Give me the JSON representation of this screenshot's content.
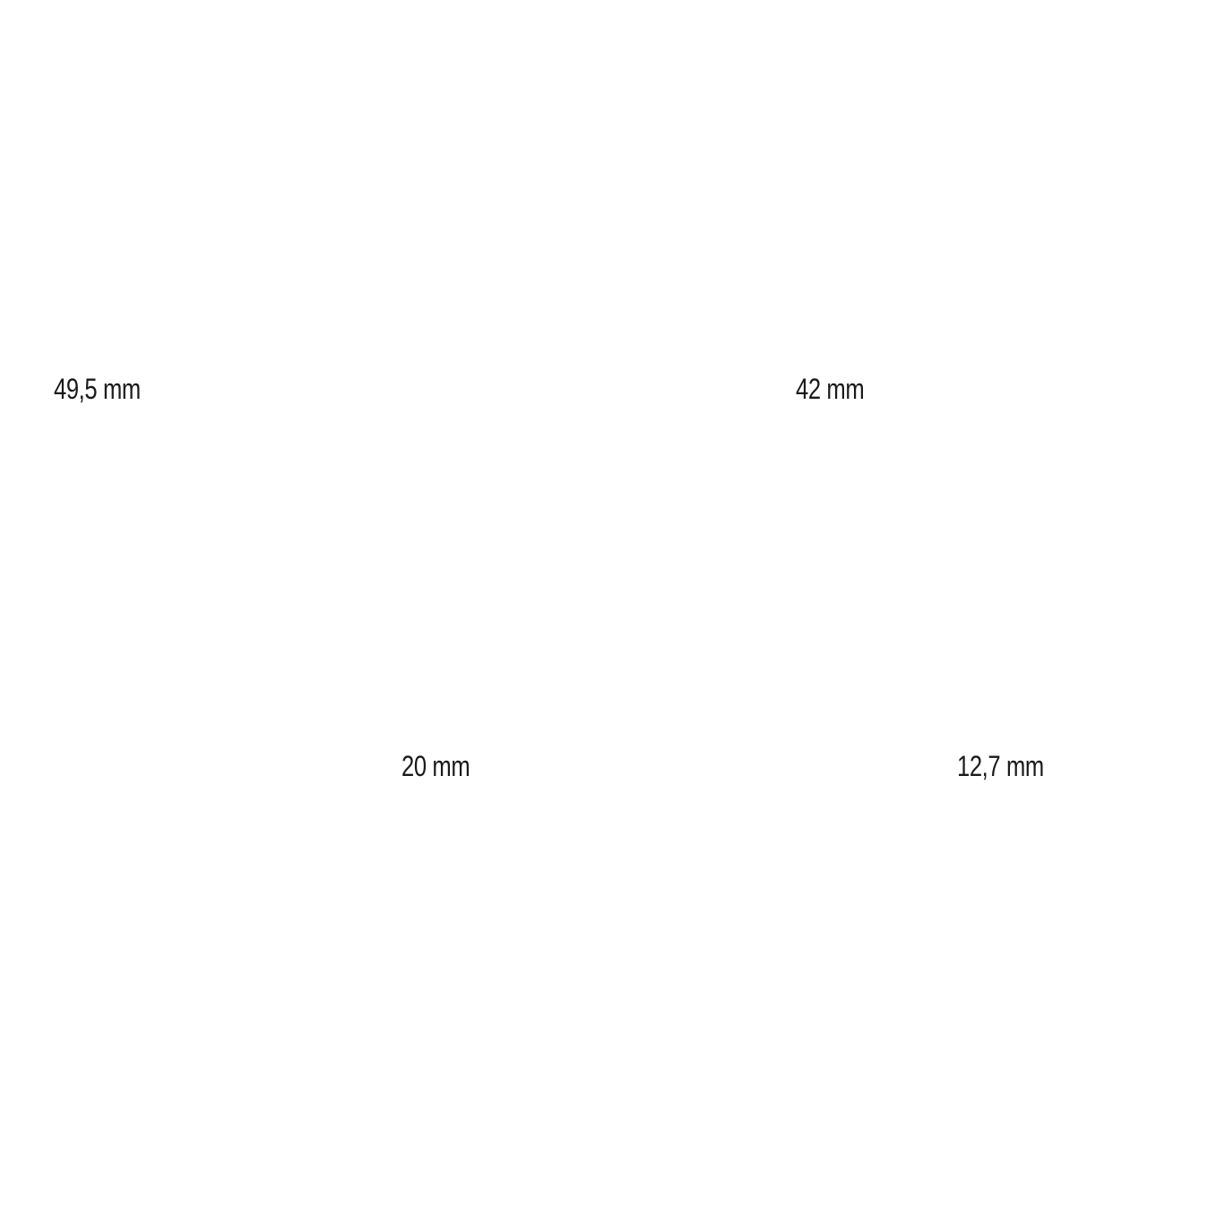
{
  "dimensions": [
    {
      "label": "49,5 mm"
    },
    {
      "label": "42 mm"
    },
    {
      "label": "20 mm"
    },
    {
      "label": "12,7 mm"
    }
  ],
  "colors": {
    "text": "#1a1a1a",
    "background": "#ffffff"
  }
}
